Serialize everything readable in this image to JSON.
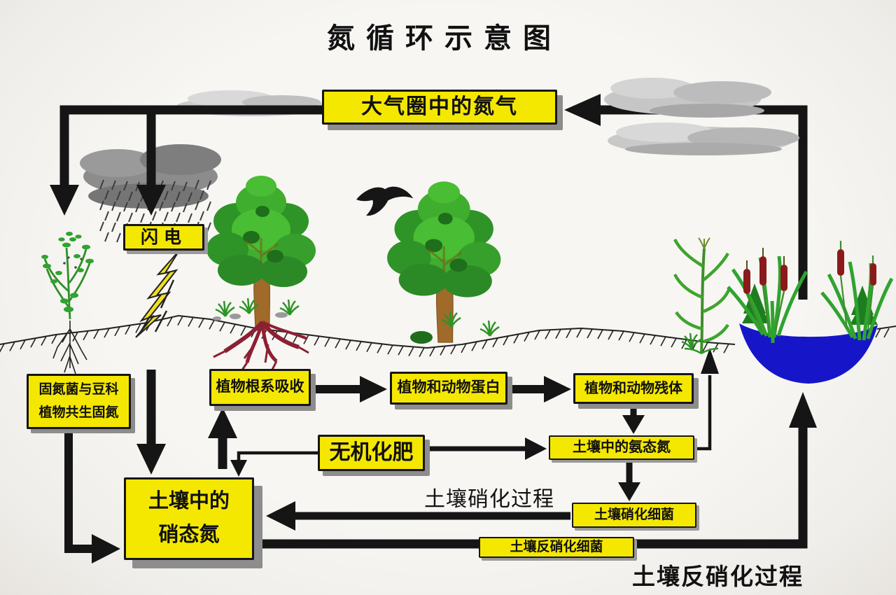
{
  "title": "氮循环示意图",
  "colors": {
    "box_fill": "#F5E800",
    "box_border": "#161616",
    "box_shadow": "#8D8D8D",
    "arrow": "#151515",
    "pond_blue": "#1616C8",
    "cattail_red": "#8B1A1A",
    "foliage_green": "#3FAE2E",
    "trunk_brown": "#A06A2A",
    "root_red": "#8C2033",
    "cloud_gray": "#C6C6C6",
    "raincloud_gray": "#8C8C8C",
    "background": "#F7F6F3"
  },
  "nodes": {
    "atmosphere": {
      "label": "大气圈中的氮气"
    },
    "lightning": {
      "label": "闪电"
    },
    "symbiotic_fixation": {
      "line1": "固氮菌与豆科",
      "line2": "植物共生固氮"
    },
    "root_absorption": {
      "label": "植物根系吸收"
    },
    "plant_animal_protein": {
      "label": "植物和动物蛋白"
    },
    "plant_animal_residue": {
      "label": "植物和动物残体"
    },
    "inorganic_fertilizer": {
      "label": "无机化肥"
    },
    "soil_ammonium": {
      "label": "土壤中的氨态氮"
    },
    "soil_nitrifying_bacteria": {
      "label": "土壤硝化细菌"
    },
    "soil_nitrate": {
      "line1": "土壤中的",
      "line2": "硝态氮"
    },
    "soil_denitrifying_bacteria": {
      "label": "土壤反硝化细菌"
    }
  },
  "labels": {
    "nitrification_process": "土壤硝化过程",
    "denitrification_process": "土壤反硝化过程"
  }
}
